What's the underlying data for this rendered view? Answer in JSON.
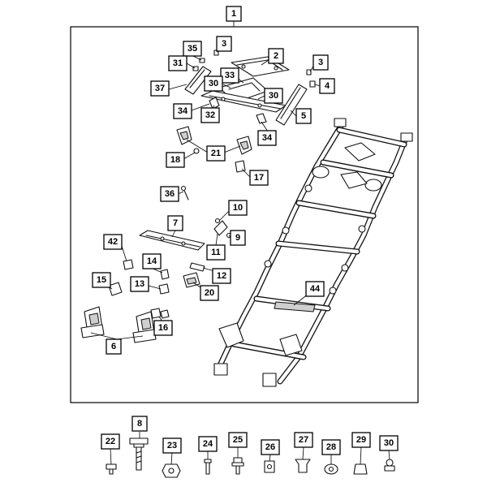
{
  "callouts": {
    "c1": "1",
    "c2": "2",
    "c3a": "3",
    "c3b": "3",
    "c4": "4",
    "c5": "5",
    "c6": "6",
    "c7": "7",
    "c8": "8",
    "c9": "9",
    "c10": "10",
    "c11": "11",
    "c12": "12",
    "c13": "13",
    "c14": "14",
    "c15": "15",
    "c16": "16",
    "c17": "17",
    "c18": "18",
    "c20": "20",
    "c21": "21",
    "c22": "22",
    "c23": "23",
    "c24": "24",
    "c25": "25",
    "c26": "26",
    "c27": "27",
    "c28": "28",
    "c29": "29",
    "c30a": "30",
    "c30b": "30",
    "c30c": "30",
    "c31": "31",
    "c32": "32",
    "c33": "33",
    "c34a": "34",
    "c34b": "34",
    "c35": "35",
    "c36": "36",
    "c37": "37",
    "c42": "42",
    "c44": "44"
  }
}
